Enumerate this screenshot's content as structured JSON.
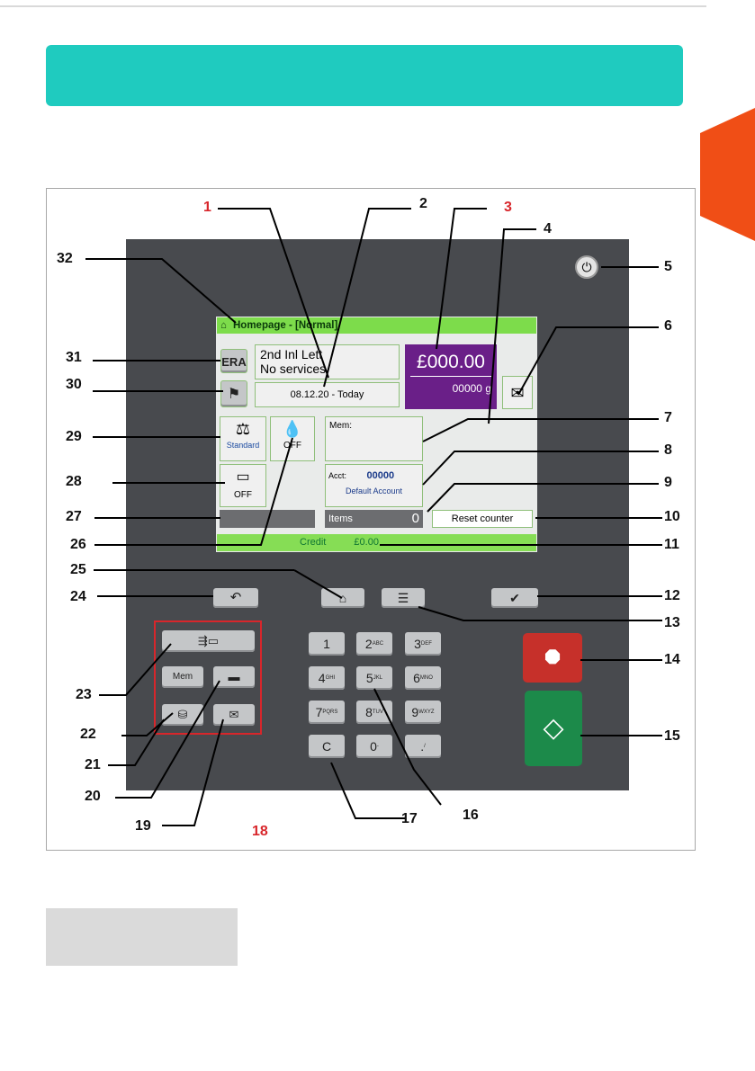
{
  "colors": {
    "banner": "#1fcbbf",
    "tab": "#f04e16",
    "panel": "#484a4e",
    "screen_bar": "#7ddc4b",
    "purple": "#6a1f88",
    "red_key": "#c6302a",
    "green_key": "#1c8a4a",
    "callout_red": "#d8262b"
  },
  "screen": {
    "title": "Homepage - [Normal]",
    "era": "ERA",
    "rate_line1": "2nd Inl Lett",
    "rate_line2": "No services",
    "date": "08.12.20 - Today",
    "postage": "£000.00",
    "weight": "00000 g",
    "scale_mode": "Standard",
    "ink_off": "OFF",
    "tape_off": "OFF",
    "mem_label": "Mem:",
    "acct_label": "Acct:",
    "acct_number": "00000",
    "acct_name": "Default Account",
    "items_label": "Items",
    "items_count": "0",
    "reset_counter": "Reset counter",
    "credit_label": "Credit",
    "credit_value": "£0.00"
  },
  "keypad": [
    {
      "main": "1",
      "sub": ""
    },
    {
      "main": "2",
      "sub": "ABC"
    },
    {
      "main": "3",
      "sub": "DEF"
    },
    {
      "main": "4",
      "sub": "GHI"
    },
    {
      "main": "5",
      "sub": "JKL"
    },
    {
      "main": "6",
      "sub": "MNO"
    },
    {
      "main": "7",
      "sub": "PQRS"
    },
    {
      "main": "8",
      "sub": "TUV"
    },
    {
      "main": "9",
      "sub": "WXYZ"
    },
    {
      "main": "C",
      "sub": ""
    },
    {
      "main": "0",
      "sub": "-"
    },
    {
      "main": ".",
      "sub": "/"
    }
  ],
  "mem_key": "Mem",
  "callouts": [
    "1",
    "2",
    "3",
    "4",
    "5",
    "6",
    "7",
    "8",
    "9",
    "10",
    "11",
    "12",
    "13",
    "14",
    "15",
    "16",
    "17",
    "18",
    "19",
    "20",
    "21",
    "22",
    "23",
    "24",
    "25",
    "26",
    "27",
    "28",
    "29",
    "30",
    "31",
    "32"
  ]
}
